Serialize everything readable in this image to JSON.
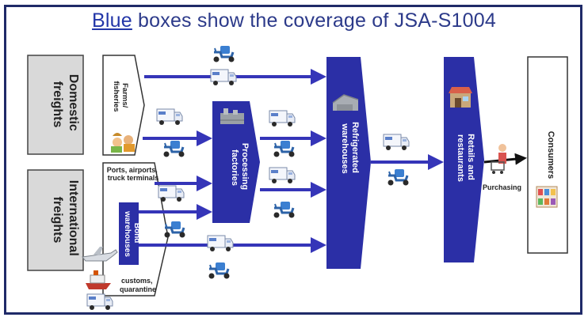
{
  "title": {
    "prefix": "Blue",
    "rest": " boxes show the coverage of JSA-S1004"
  },
  "labels": {
    "domestic": [
      "Domestic",
      "freights"
    ],
    "international": [
      "International",
      "freights"
    ],
    "farms": [
      "Farms/",
      "fisheries"
    ],
    "ports": [
      "Ports, airports,",
      "truck terminals"
    ],
    "bond": [
      "Bond",
      "warehouses"
    ],
    "customs": [
      "customs,",
      "quarantine"
    ],
    "processing": [
      "Processing",
      "factories"
    ],
    "refrigerated": [
      "Refrigerated",
      "warehouses"
    ],
    "retails": [
      "Retails and",
      "restaurants"
    ],
    "purchasing": "Purchasing",
    "consumers": "Consumers"
  },
  "colors": {
    "covered": "#2b2fa6",
    "arrow": "#3535b8",
    "gray": "#d9d9d9",
    "frame": "#1f2a68"
  },
  "icons": [
    "truck-icon",
    "scooter-icon",
    "ship-icon",
    "airplane-icon",
    "warehouse-icon",
    "factory-icon",
    "store-icon",
    "shopper-icon",
    "farmers-icon",
    "shelf-icon"
  ]
}
